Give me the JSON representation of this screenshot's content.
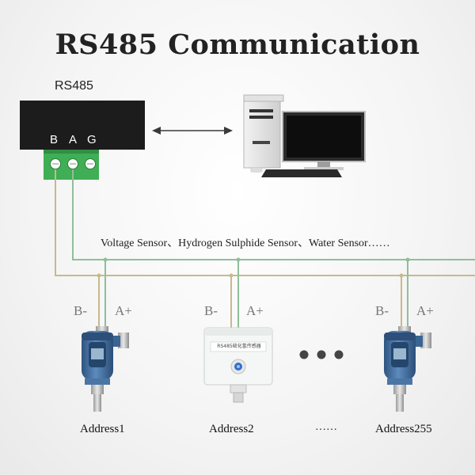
{
  "title": "RS485 Communication",
  "converter": {
    "label": "RS485",
    "pins": [
      "B",
      "A",
      "G"
    ]
  },
  "sensor_types": "Voltage Sensor、Hydrogen Sulphide Sensor、Water Sensor……",
  "bus_labels": {
    "b": "B-",
    "a": "A+"
  },
  "devices": [
    {
      "address": "Address1"
    },
    {
      "address": "Address2",
      "panel_text": "RS485硫化氢传感器"
    },
    {
      "address": "Address255"
    }
  ],
  "ellipsis_text": "……",
  "colors": {
    "wire_tan": "#c8b98c",
    "wire_green": "#8fbf9a",
    "terminal_green": "#3fae55",
    "transmitter_blue": "#3f6b99",
    "converter_black": "#1c1c1c"
  }
}
